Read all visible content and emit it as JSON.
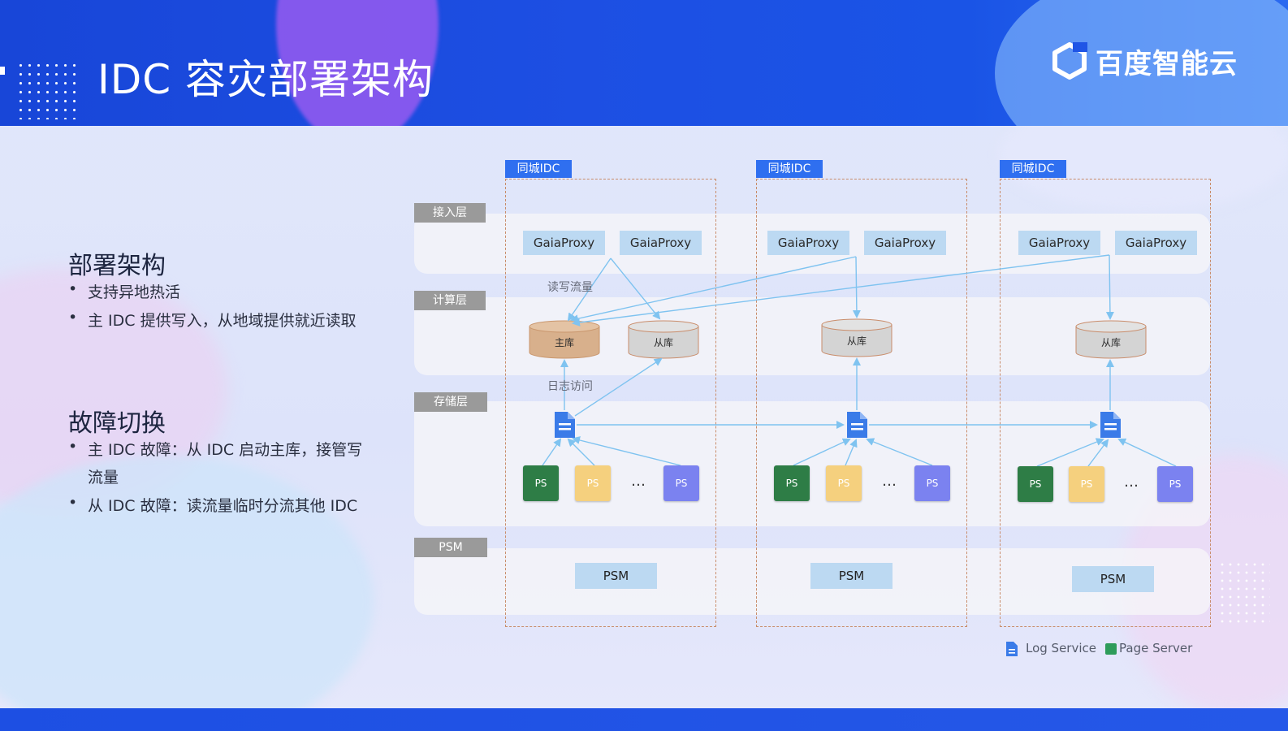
{
  "slide": {
    "title": "IDC 容灾部署架构",
    "logo_text": "百度智能云"
  },
  "left": {
    "section1": {
      "title": "部署架构",
      "bullets": [
        "支持异地热活",
        "主 IDC 提供写入，从地域提供就近读取"
      ]
    },
    "section2": {
      "title": "故障切换",
      "bullets": [
        "主 IDC 故障：从 IDC 启动主库，接管写",
        "流量",
        "从 IDC 故障：读流量临时分流其他 IDC"
      ]
    }
  },
  "diagram": {
    "layers": [
      "接入层",
      "计算层",
      "存储层",
      "PSM"
    ],
    "idc_label": "同城IDC",
    "proxy_label": "GaiaProxy",
    "master_db": "主库",
    "slave_db": "从库",
    "ps_label": "PS",
    "ellipsis": "…",
    "psm_label": "PSM",
    "rw_traffic": "读写流量",
    "log_access": "日志访问"
  },
  "legend": {
    "log_service": "Log Service",
    "page_server": "Page Server"
  },
  "colors": {
    "header": "#1d4fe3",
    "idc_tag": "#2f6ff0",
    "proxy": "#bcd9f2",
    "master_db": "#d8b08c",
    "slave_db": "#d4d4d4",
    "ps_green": "#2e7d46",
    "ps_yellow": "#f5d07e",
    "ps_blue": "#7b82f0",
    "log_icon": "#3a7be8",
    "arrow": "#7fc3f0"
  }
}
